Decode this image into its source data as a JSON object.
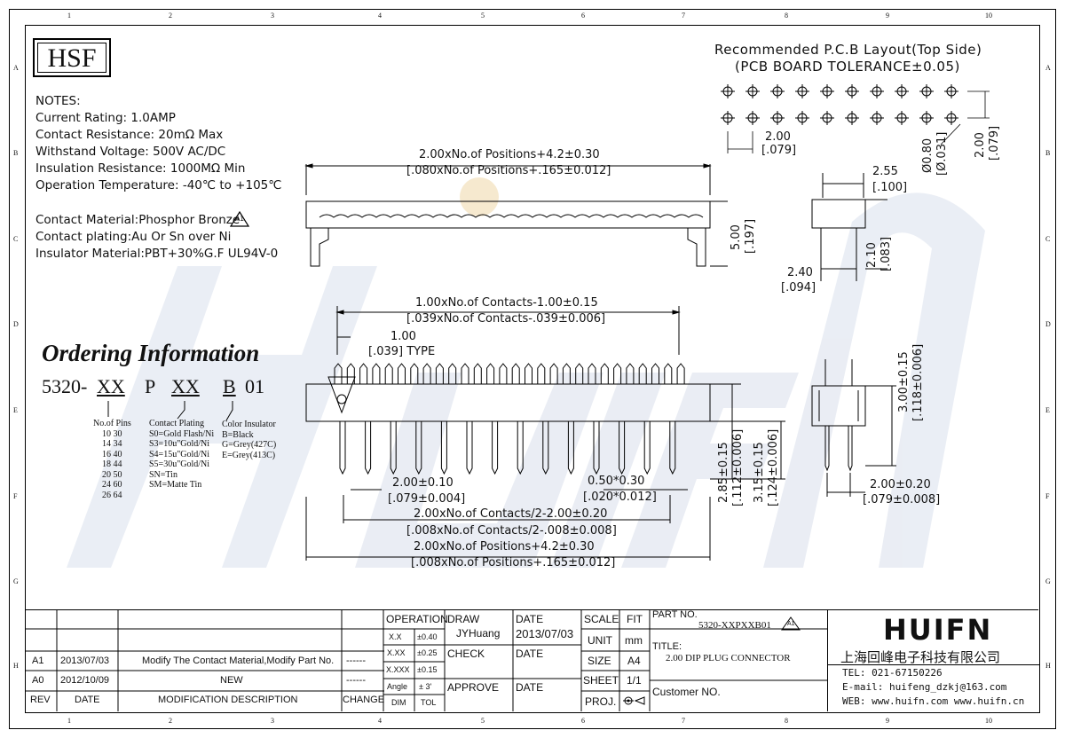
{
  "logo": "HSF",
  "notes": {
    "heading": "NOTES:",
    "lines": [
      "Current Rating: 1.0AMP",
      "Contact Resistance: 20mΩ Max",
      "Withstand Voltage: 500V AC/DC",
      "Insulation Resistance: 1000MΩ Min",
      "Operation Temperature: -40℃ to +105℃"
    ],
    "materials": [
      "Contact Material:Phosphor Bronze",
      "Contact plating:Au Or Sn over Ni",
      "Insulator Material:PBT+30%G.F UL94V-0"
    ],
    "rev_mark": "A1"
  },
  "pcb": {
    "title": "Recommended P.C.B Layout(Top Side)",
    "tolerance": "(PCB BOARD TOLERANCE±0.05)",
    "pitch": "2.00",
    "pitch_in": "[.079]",
    "hole": "Ø0.80",
    "hole_in": "[Ø.031]",
    "row": "2.00",
    "row_in": "[.079]"
  },
  "top_view": {
    "length": "2.00xNo.of Positions+4.2±0.30",
    "length_in": "[.080xNo.of Positions+.165±0.012]",
    "height": "5.00",
    "height_in": "[.197]"
  },
  "side_view": {
    "width": "2.55",
    "width_in": "[.100]",
    "h": "2.10",
    "h_in": "[.083]",
    "base": "2.40",
    "base_in": "[.094]"
  },
  "front_view": {
    "contacts": "1.00xNo.of Contacts-1.00±0.15",
    "contacts_in": "[.039xNo.of Contacts-.039±0.006]",
    "type": "1.00",
    "type_in": "[.039] TYPE",
    "pitch": "2.00±0.10",
    "pitch_in": "[.079±0.004]",
    "pin": "0.50*0.30",
    "pin_in": "[.020*0.012]",
    "half": "2.00xNo.of Contacts/2-2.00±0.20",
    "half_in": "[.008xNo.of Contacts/2-.008±0.008]",
    "total": "2.00xNo.of Positions+4.2±0.30",
    "total_in": "[.008xNo.of Positions+.165±0.012]",
    "h1": "2.85±0.15",
    "h1_in": "[.112±0.006]",
    "h2": "3.15±0.15",
    "h2_in": "[.124±0.006]"
  },
  "end_view": {
    "h": "3.00±0.15",
    "h_in": "[.118±0.006]",
    "w": "2.00±0.20",
    "w_in": "[.079±0.008]"
  },
  "ordering": {
    "title": "Ordering Information",
    "code_prefix": "5320-",
    "code_xx1": "XX",
    "code_p": "P",
    "code_xx2": "XX",
    "code_b": "B",
    "code_01": "01",
    "pins_title": "No.of Pins",
    "pins": [
      "10  30",
      "14  34",
      "16  40",
      "18  44",
      "20  50",
      "24  60",
      "26  64"
    ],
    "plating_title": "Contact Plating",
    "plating": [
      "S0=Gold Flash/Ni",
      "S3=10u\"Gold/Ni",
      "S4=15u\"Gold/Ni",
      "S5=30u\"Gold/Ni",
      "SN=Tin",
      "SM=Matte Tin"
    ],
    "color_title": "Color Insulator",
    "colors": [
      "B=Black",
      "G=Grey(427C)",
      "E=Grey(413C)"
    ]
  },
  "zones": {
    "cols": [
      "1",
      "2",
      "3",
      "4",
      "5",
      "6",
      "7",
      "8",
      "9",
      "10"
    ],
    "rows": [
      "A",
      "B",
      "C",
      "D",
      "E",
      "F",
      "G",
      "H"
    ]
  },
  "title_block": {
    "revisions": [
      {
        "rev": "A1",
        "date": "2013/07/03",
        "desc": "Modify The Contact Material,Modify Part No.",
        "change": "------"
      },
      {
        "rev": "A0",
        "date": "2012/10/09",
        "desc": "NEW",
        "change": "------"
      }
    ],
    "head_rev": "REV",
    "head_date": "DATE",
    "head_desc": "MODIFICATION DESCRIPTION",
    "head_change": "CHANGE",
    "operation": "OPERATION",
    "tol": [
      {
        "k": "X.X",
        "v": "±0.40"
      },
      {
        "k": "X.XX",
        "v": "±0.25"
      },
      {
        "k": "X.XXX",
        "v": "±0.15"
      },
      {
        "k": "Angle",
        "v": "± 3'"
      }
    ],
    "dim": "DIM",
    "tol_label": "TOL",
    "draw": "DRAW",
    "drawer": "JYHuang",
    "check": "CHECK",
    "approve": "APPROVE",
    "date_label": "DATE",
    "draw_date": "2013/07/03",
    "scale": "SCALE",
    "fit": "FIT",
    "unit": "UNIT",
    "unit_v": "mm",
    "size": "SIZE",
    "size_v": "A4",
    "sheet": "SHEET",
    "sheet_v": "1/1",
    "proj": "PROJ.",
    "part_no_label": "PART NO.",
    "part_no": "5320-XXPXXB01",
    "part_rev": "A1",
    "title_label": "TITLE:",
    "title": "2.00 DIP PLUG CONNECTOR",
    "customer": "Customer NO.",
    "company_logo": "HUIFN",
    "company_cn": "上海回峰电子科技有限公司",
    "tel": "TEL: 021-67150226",
    "email": "E-mail: huifeng_dzkj@163.com",
    "web": "WEB: www.huifn.com  www.huifn.cn"
  },
  "watermark": "HUIFN"
}
